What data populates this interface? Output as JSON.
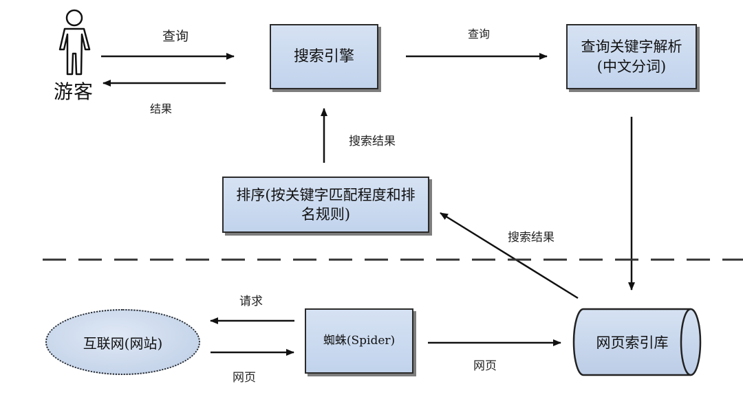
{
  "nodes": {
    "visitor": "游客",
    "search_engine": "搜索引擎",
    "keyword_parse": "查询关键字解析(中文分词)",
    "ranking": "排序(按关键字匹配程度和排名规则)",
    "internet": "互联网(网站)",
    "spider": "蜘蛛(Spider)",
    "index_db": "网页索引库"
  },
  "edges": {
    "visitor_query": "查询",
    "visitor_result": "结果",
    "engine_query": "查询",
    "ranking_results": "搜索结果",
    "index_results": "搜索结果",
    "spider_request": "请求",
    "internet_pages": "网页",
    "spider_pages": "网页"
  },
  "colors": {
    "box_fill": "#c9d9ef",
    "stroke": "#222222",
    "shadow": "#7d7d7d"
  }
}
